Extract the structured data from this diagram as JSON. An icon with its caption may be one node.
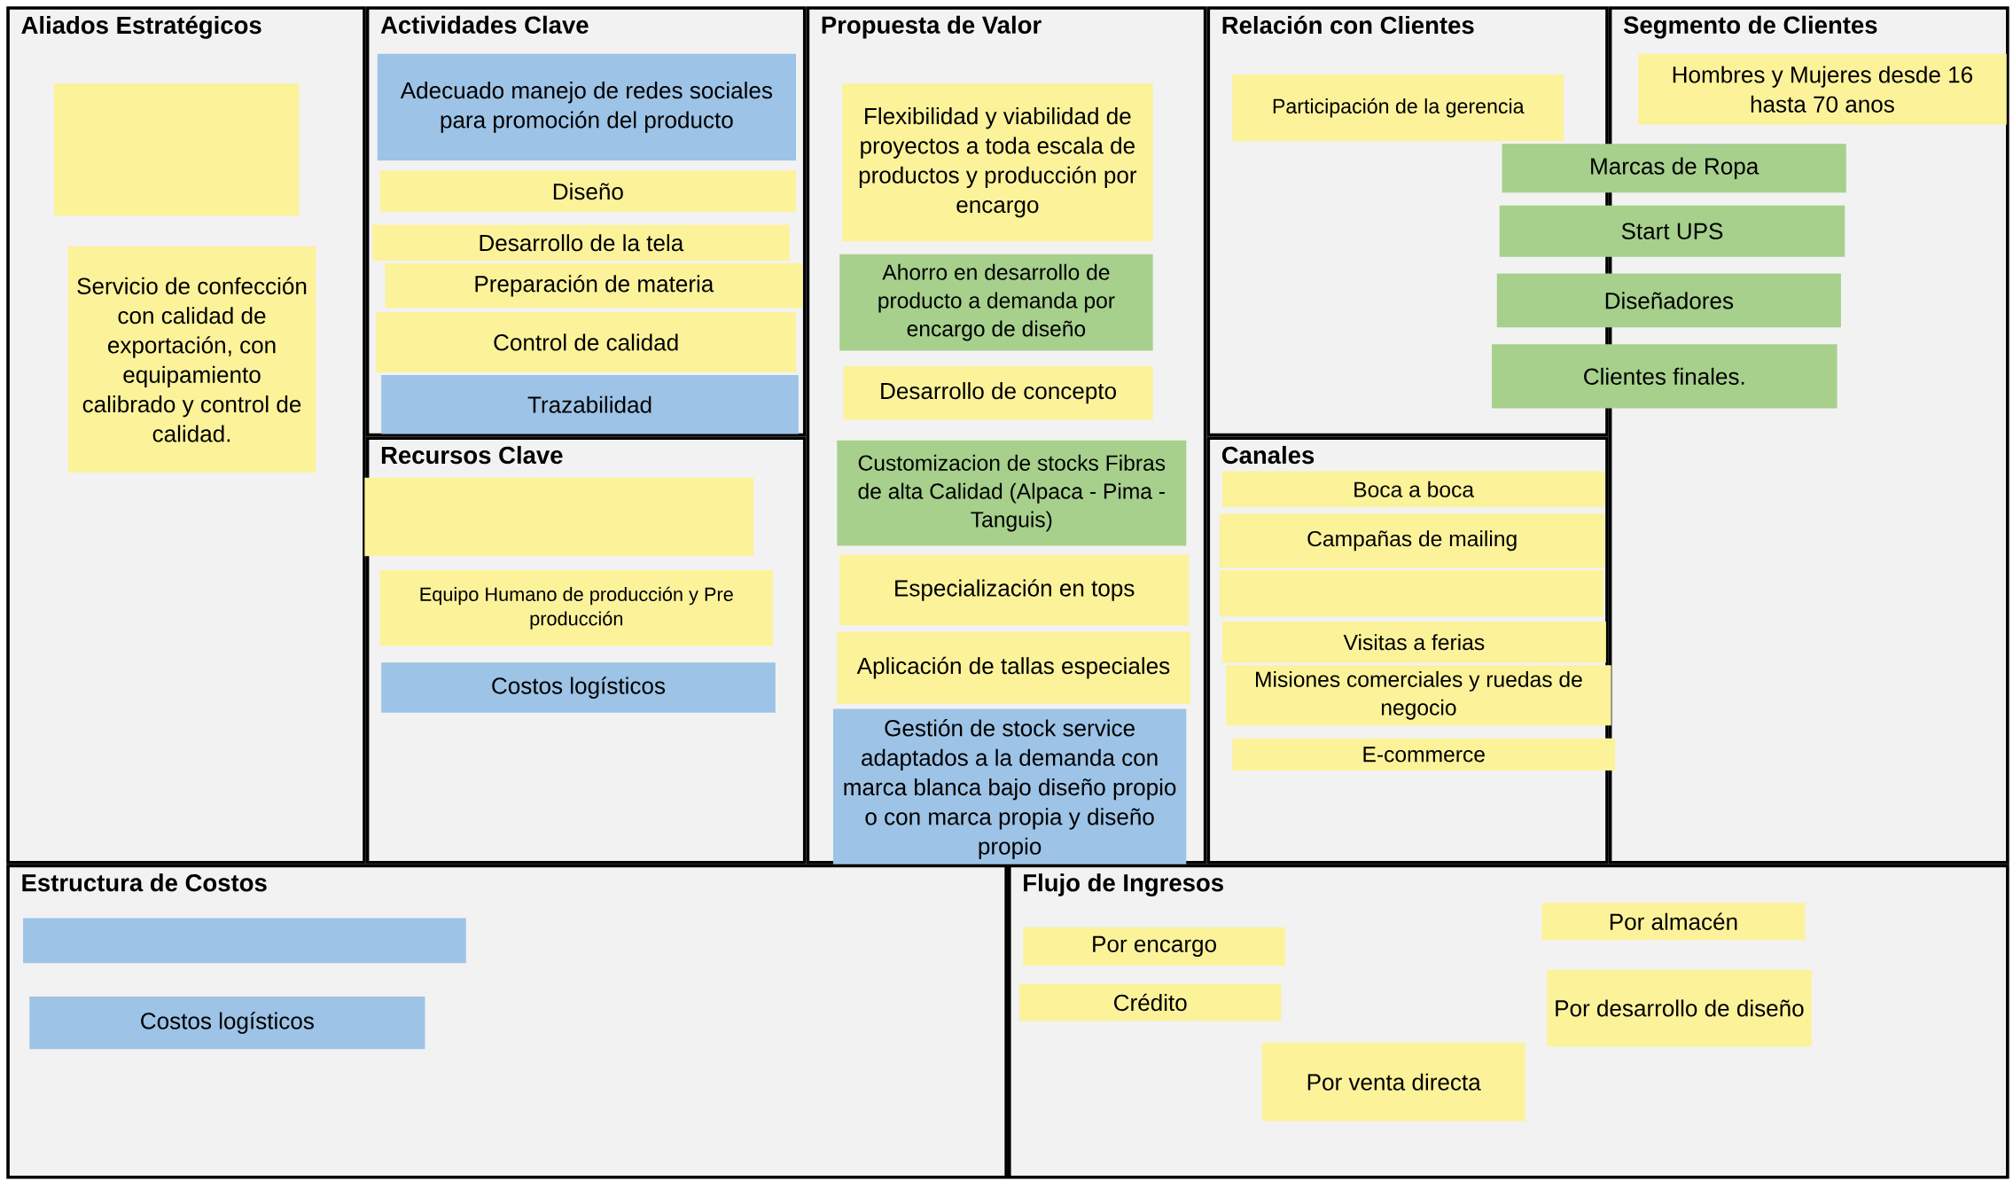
{
  "diagram": {
    "nodes": [
      {
        "text": [
          "Aliados Estratégicos"
        ]
      },
      {
        "text": [],
        "shape": "box",
        "in": 0
      },
      {
        "text": [
          "Servicio de confección con calidad de exportación, con equipamiento calibrado y control de calidad."
        ],
        "in": 0
      },
      {
        "text": [
          "Actividades Clave"
        ]
      },
      {
        "text": [
          "Adecuado manejo de redes sociales para promoción del producto"
        ],
        "in": 3
      },
      {
        "text": [
          "Diseño"
        ],
        "in": 3
      },
      {
        "text": [
          "Desarrollo de la tela"
        ],
        "in": 3
      },
      {
        "text": [
          "Preparación de materia"
        ],
        "in": 3
      },
      {
        "text": [
          "Control de calidad"
        ],
        "in": 3
      },
      {
        "text": [
          "Trazabilidad"
        ],
        "in": 3
      },
      {
        "text": [
          "Recursos Clave"
        ]
      },
      {
        "text": [],
        "shape": "box",
        "in": 10
      },
      {
        "text": [
          "Equipo Humano de producción y Pre producción"
        ],
        "in": 10
      },
      {
        "text": [
          "Costos logísticos"
        ],
        "in": 10
      },
      {
        "text": [
          "Propuesta de Valor"
        ]
      },
      {
        "text": [
          "Flexibilidad y viabilidad de proyectos a toda escala de productos y producción por encargo"
        ],
        "in": 14
      },
      {
        "text": [
          "Ahorro en desarrollo de producto a demanda por encargo de diseño"
        ],
        "in": 14
      },
      {
        "text": [
          "Desarrollo de concepto"
        ],
        "in": 14
      },
      {
        "text": [
          "Customizacion de stocks Fibras de alta Calidad (Alpaca - Pima - Tanguis)"
        ],
        "in": 14
      },
      {
        "text": [
          "Especialización en tops"
        ],
        "in": 14
      },
      {
        "text": [
          "Aplicación de tallas especiales"
        ],
        "in": 14
      },
      {
        "text": [
          "Gestión de stock service adaptados a la demanda con marca blanca bajo diseño propio o con marca propia y diseño propio"
        ],
        "in": 14
      },
      {
        "text": [
          "Relación con Clientes"
        ]
      },
      {
        "text": [
          "Participación de la gerencia"
        ],
        "in": 22
      },
      {
        "text": [
          "Segmento de Clientes"
        ]
      },
      {
        "text": [
          "Hombres y Mujeres desde 16 hasta 70 anos"
        ],
        "in": 24
      },
      {
        "text": [
          "Marcas de Ropa"
        ]
      },
      {
        "text": [
          "Start UPS"
        ]
      },
      {
        "text": [
          "Diseñadores"
        ]
      },
      {
        "text": [
          "Clientes finales."
        ]
      },
      {
        "text": [
          "Canales"
        ]
      },
      {
        "text": [
          "Boca a boca"
        ],
        "in": 30
      },
      {
        "text": [
          "Campañas de mailing"
        ],
        "in": 30
      },
      {
        "text": [],
        "shape": "box",
        "in": 30
      },
      {
        "text": [
          "Visitas a ferias"
        ],
        "in": 30
      },
      {
        "text": [
          "Misiones comerciales y ruedas de negocio"
        ],
        "in": 30
      },
      {
        "text": [
          "E-commerce"
        ],
        "in": 30
      },
      {
        "text": [
          "Estructura de Costos"
        ]
      },
      {
        "text": [],
        "shape": "box",
        "in": 37
      },
      {
        "text": [
          "Costos logísticos"
        ],
        "in": 37
      },
      {
        "text": [
          "Flujo de Ingresos"
        ]
      },
      {
        "text": [
          "Por almacén"
        ],
        "in": 40
      },
      {
        "text": [
          "Por encargo"
        ],
        "in": 40
      },
      {
        "text": [
          "Por desarrollo de diseño"
        ],
        "in": 40
      },
      {
        "text": [
          "Crédito"
        ],
        "in": 40
      },
      {
        "text": [
          "Por venta directa"
        ],
        "in": 40
      }
    ],
    "edges": []
  }
}
